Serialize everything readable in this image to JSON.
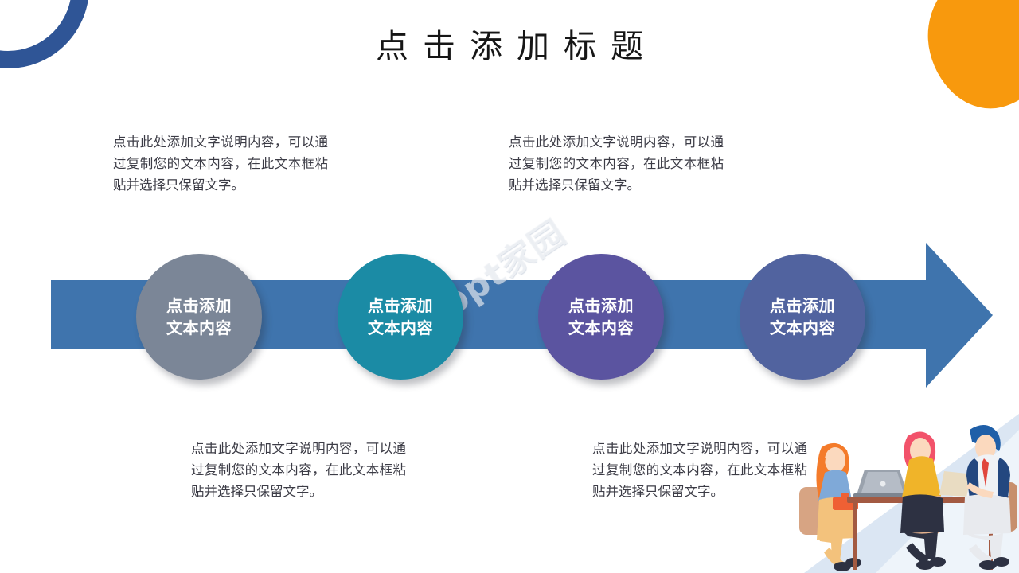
{
  "slide": {
    "title": "点击添加标题",
    "background_color": "#ffffff",
    "watermark": "ppt家园"
  },
  "decor": {
    "ring_color": "#2f5596",
    "blob_color": "#f8990d",
    "arrow_color": "#3f74ad"
  },
  "blurbs": [
    {
      "id": "top-left",
      "text": "点击此处添加文字说明内容，可以通过复制您的文本内容，在此文本框粘贴并选择只保留文字。"
    },
    {
      "id": "top-right",
      "text": "点击此处添加文字说明内容，可以通过复制您的文本内容，在此文本框粘贴并选择只保留文字。"
    },
    {
      "id": "bottom-left",
      "text": "点击此处添加文字说明内容，可以通过复制您的文本内容，在此文本框粘贴并选择只保留文字。"
    },
    {
      "id": "bottom-right",
      "text": "点击此处添加文字说明内容，可以通过复制您的文本内容，在此文本框粘贴并选择只保留文字。"
    }
  ],
  "steps": [
    {
      "label": "点击添加\n文本内容",
      "color": "#7b8697"
    },
    {
      "label": "点击添加\n文本内容",
      "color": "#1b8ba5"
    },
    {
      "label": "点击添加\n文本内容",
      "color": "#5b54a0"
    },
    {
      "label": "点击添加\n文本内容",
      "color": "#51639f"
    }
  ],
  "illustration": {
    "name": "business-meeting-illustration",
    "description": "三人会议插画"
  }
}
